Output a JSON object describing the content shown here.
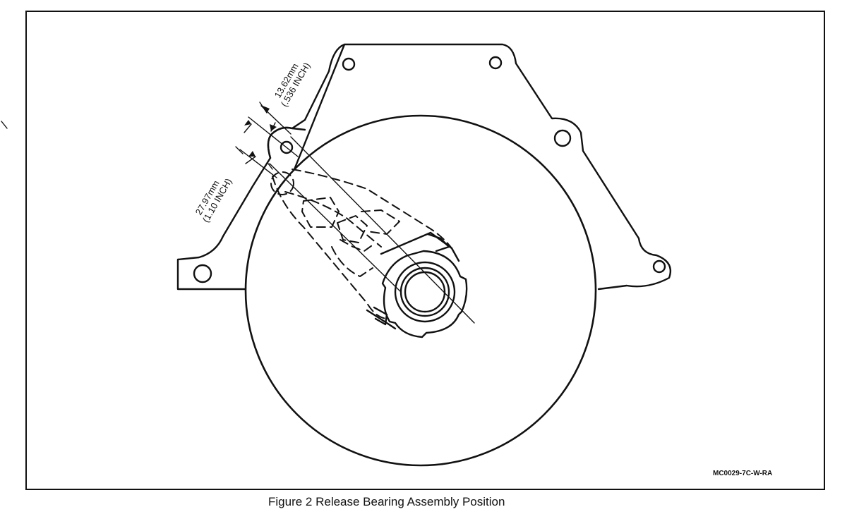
{
  "figure": {
    "caption": "Figure 2 Release Bearing Assembly Position",
    "code": "MC0029-7C-W-RA",
    "dimension_top": {
      "metric": "13.62mm",
      "imperial": "(.536 INCH)"
    },
    "dimension_side": {
      "metric": "27.97mm",
      "imperial": "(1.10 INCH)"
    }
  }
}
